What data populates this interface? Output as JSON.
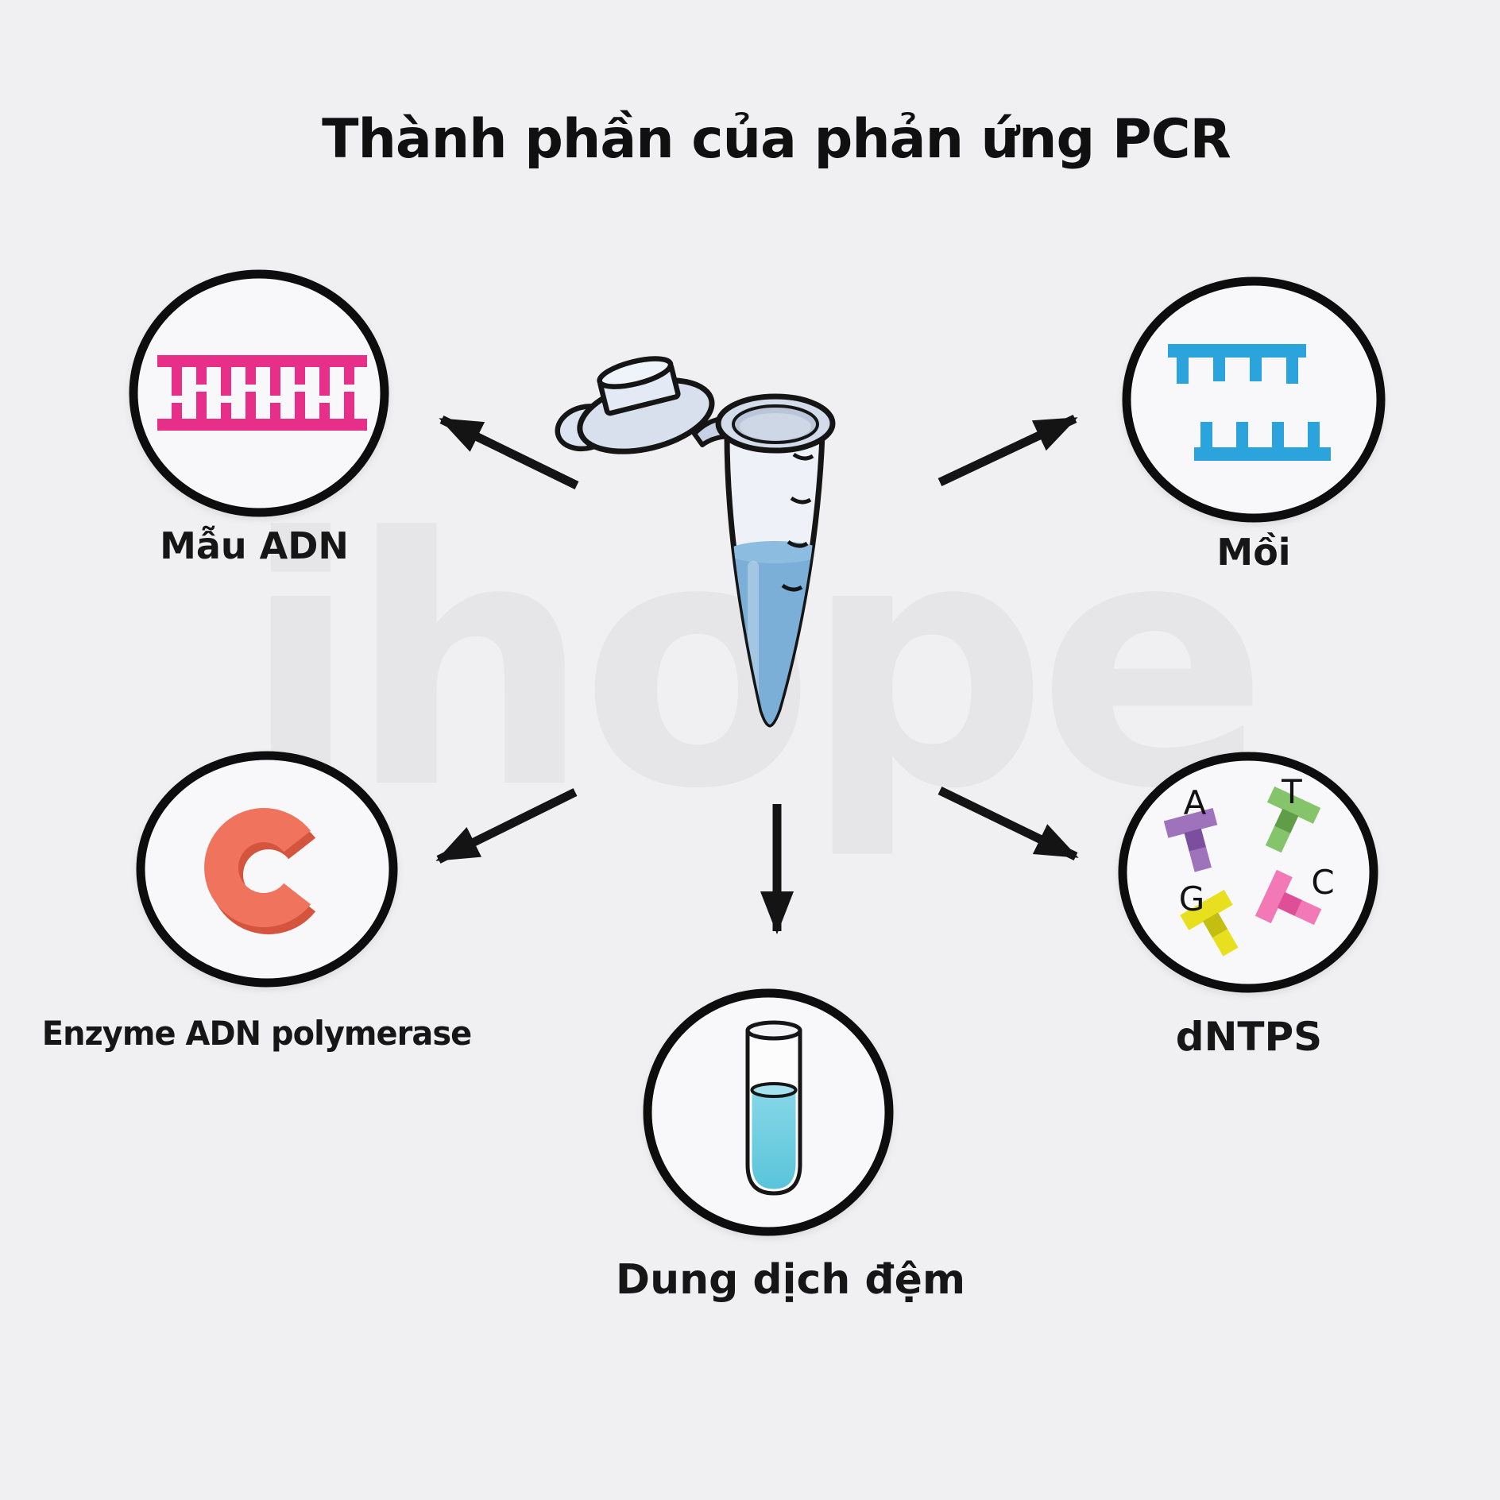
{
  "title": "Thành phần của phản ứng PCR",
  "watermark": "ihope",
  "center_object": "pcr-microcentrifuge-tube",
  "components": {
    "dna_template": {
      "label": "Mẫu ADN",
      "icon": "dna-double-strand-icon",
      "color": "#e72e88"
    },
    "primer": {
      "label": "Mồi",
      "icon": "primer-strands-icon",
      "color": "#2ba3dc"
    },
    "enzyme": {
      "label": "Enzyme ADN polymerase",
      "icon": "polymerase-c-icon",
      "color": "#f0745d",
      "shadow_color": "#d5543d"
    },
    "dntps": {
      "label": "dNTPS",
      "icon": "nucleotide-t-icons",
      "nucleotides": {
        "a": "A",
        "t": "T",
        "g": "G",
        "c": "C"
      },
      "colors": {
        "a": "#9f72bc",
        "t": "#85c46a",
        "g": "#e8e01f",
        "c": "#f279b6"
      }
    },
    "buffer": {
      "label": "Dung dịch đệm",
      "icon": "test-tube-icon",
      "color": "#76cfe3"
    }
  }
}
